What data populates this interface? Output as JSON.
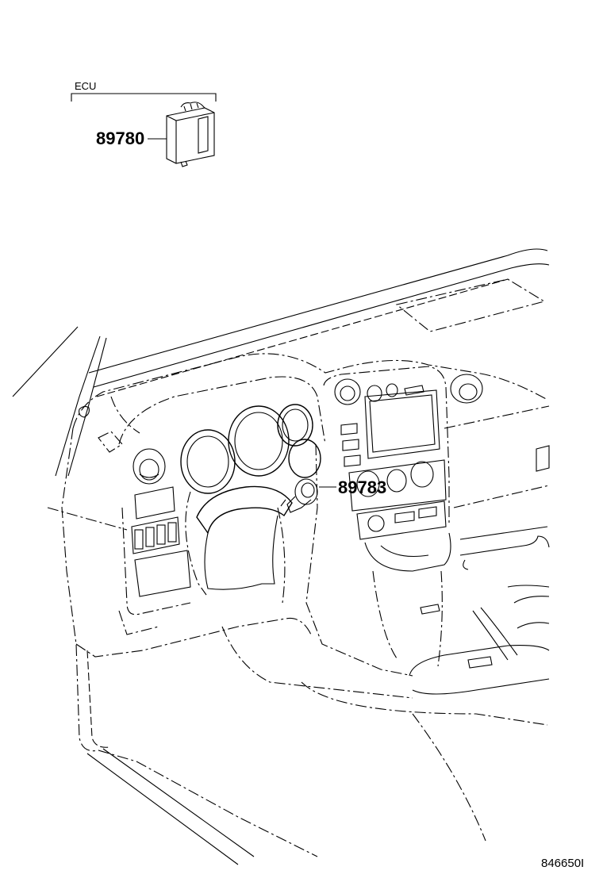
{
  "ecu_group": {
    "label": "ECU",
    "part_number": "89780"
  },
  "callouts": [
    {
      "part_number": "89783"
    }
  ],
  "figure_id": "846650I"
}
